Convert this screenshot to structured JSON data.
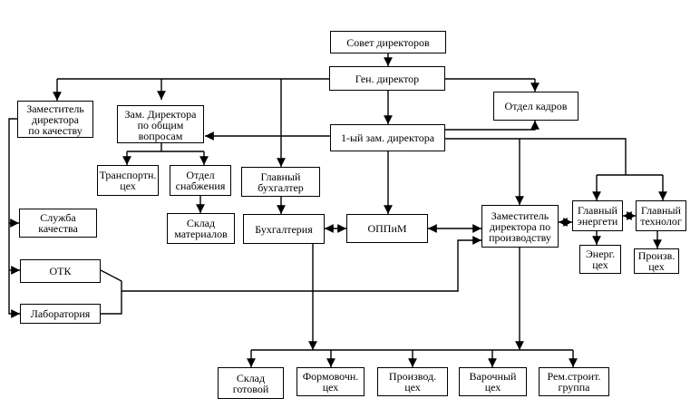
{
  "nodes": {
    "sovet": "Совет директоров",
    "gen": "Ген. директор",
    "zam_kach": "Заместитель\nдиректора\nпо качеству",
    "zam_obsh": "Зам. Директора\nпо общим\nвопросам",
    "kadry": "Отдел кадров",
    "first_zam": "1-ый зам. директора",
    "transport": "Транспортн.\nцех",
    "snab": "Отдел\nснабжения",
    "glav_buh": "Главный\nбухгалтер",
    "glav_energ": "Главный\nэнергети",
    "glav_tech": "Главный\nтехнолог",
    "sklad_mat": "Склад\nматериалов",
    "buh": "Бухгалтерия",
    "oppim": "ОППиМ",
    "zam_proizv": "Заместитель\nдиректора по\nпроизводству",
    "energ_ceh": "Энерг.\nцех",
    "proizv_ceh_small": "Произв.\nцех",
    "sluzhba": "Служба\nкачества",
    "otk": "ОТК",
    "lab": "Лаборатория",
    "sklad_got": "Склад\nготовой",
    "formov": "Формовочн.\nцех",
    "proizvod": "Производ.\nцех",
    "varoch": "Варочный\nцех",
    "remstroit": "Рем.строит.\nгруппа"
  }
}
